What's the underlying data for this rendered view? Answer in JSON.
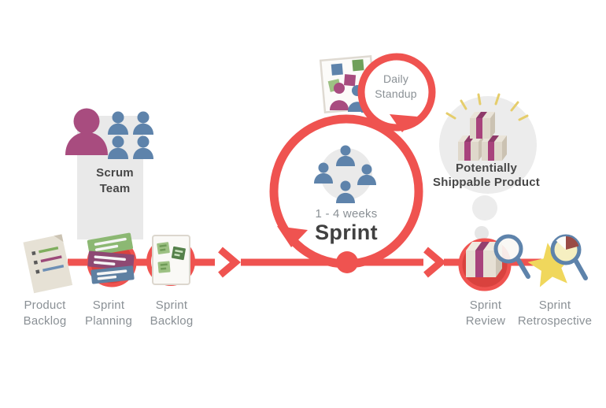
{
  "diagram": {
    "type": "scrum-process-flow",
    "nodes": {
      "product_backlog": {
        "label": "Product Backlog"
      },
      "sprint_planning": {
        "label": "Sprint Planning"
      },
      "sprint_backlog": {
        "label": "Sprint Backlog"
      },
      "scrum_team": {
        "label": "Scrum Team"
      },
      "daily_standup": {
        "label": "Daily Standup"
      },
      "sprint": {
        "label": "Sprint",
        "duration": "1 - 4 weeks"
      },
      "shippable_product": {
        "label": "Potentially Shippable Product"
      },
      "sprint_review": {
        "label": "Sprint Review"
      },
      "sprint_retrospective": {
        "label": "Sprint Retrospective"
      }
    },
    "icons": {
      "product_backlog": "document-list-icon",
      "sprint_planning": "stacked-cards-icon",
      "sprint_backlog": "sticky-board-icon",
      "scrum_team": "people-group-icon",
      "daily_standup": "standup-board-people-icon",
      "sprint_loop": "circular-arrow-icon",
      "sprint_team": "team-circle-icon",
      "shippable_product": "product-boxes-icon",
      "sprint_review": "box-magnifier-icon",
      "sprint_retrospective": "star-magnifier-pie-icon"
    },
    "colors": {
      "accent_red": "#EF5350",
      "deep_red": "#D9423E",
      "magenta": "#A84C7F",
      "blue": "#5E83AB",
      "yellow": "#F0D75C",
      "pie_dark_red": "#9A4B45",
      "light_gray": "#ECECEC",
      "label_gray": "#8A9095",
      "dark_text": "#474747"
    }
  }
}
